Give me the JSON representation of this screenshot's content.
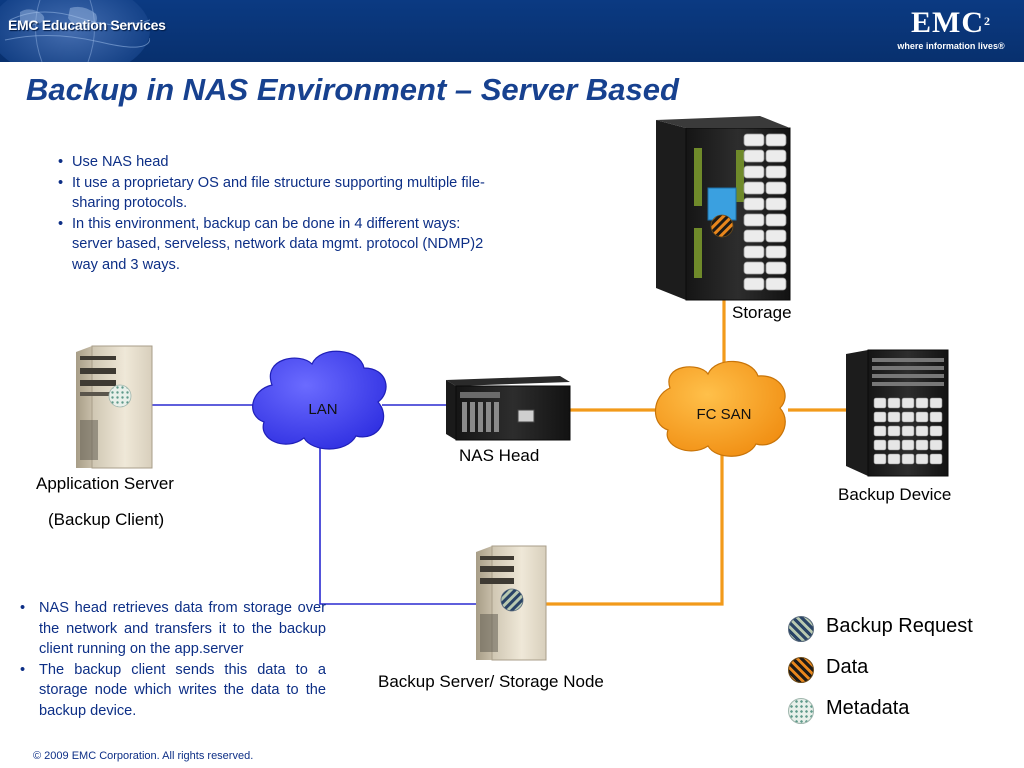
{
  "header": {
    "left_label": "EMC Education Services",
    "brand": "EMC",
    "brand_superscript": "2",
    "tagline": "where information lives®"
  },
  "title": "Backup in NAS Environment – Server Based",
  "top_bullets": [
    "Use NAS head",
    "It use a proprietary OS and file structure supporting multiple file-sharing protocols.",
    "In this environment, backup can be done in 4 different ways: server based, serveless, network data mgmt. protocol (NDMP)2 way and 3 ways."
  ],
  "bottom_bullets": [
    "NAS head retrieves data from storage over the network and transfers it to the backup client running on the app.server",
    "The backup client sends this data to a storage node which writes the data to the backup device."
  ],
  "diagram": {
    "lan_label": "LAN",
    "fcsan_label": "FC SAN",
    "storage_label": "Storage",
    "nas_head_label": "NAS Head",
    "app_server_label": "Application Server",
    "app_server_sublabel": "(Backup Client)",
    "backup_device_label": "Backup Device",
    "backup_server_label": "Backup Server/ Storage Node",
    "colors": {
      "lan_link": "#2a2ad0",
      "san_link": "#f29a1a",
      "lan_cloud": "#4d4df5",
      "san_cloud": "#f7a51c"
    }
  },
  "legend": [
    {
      "label": "Backup Request",
      "icon": "backup-request-icon"
    },
    {
      "label": "Data",
      "icon": "data-icon"
    },
    {
      "label": "Metadata",
      "icon": "metadata-icon"
    }
  ],
  "footer": "© 2009 EMC Corporation. All rights reserved."
}
